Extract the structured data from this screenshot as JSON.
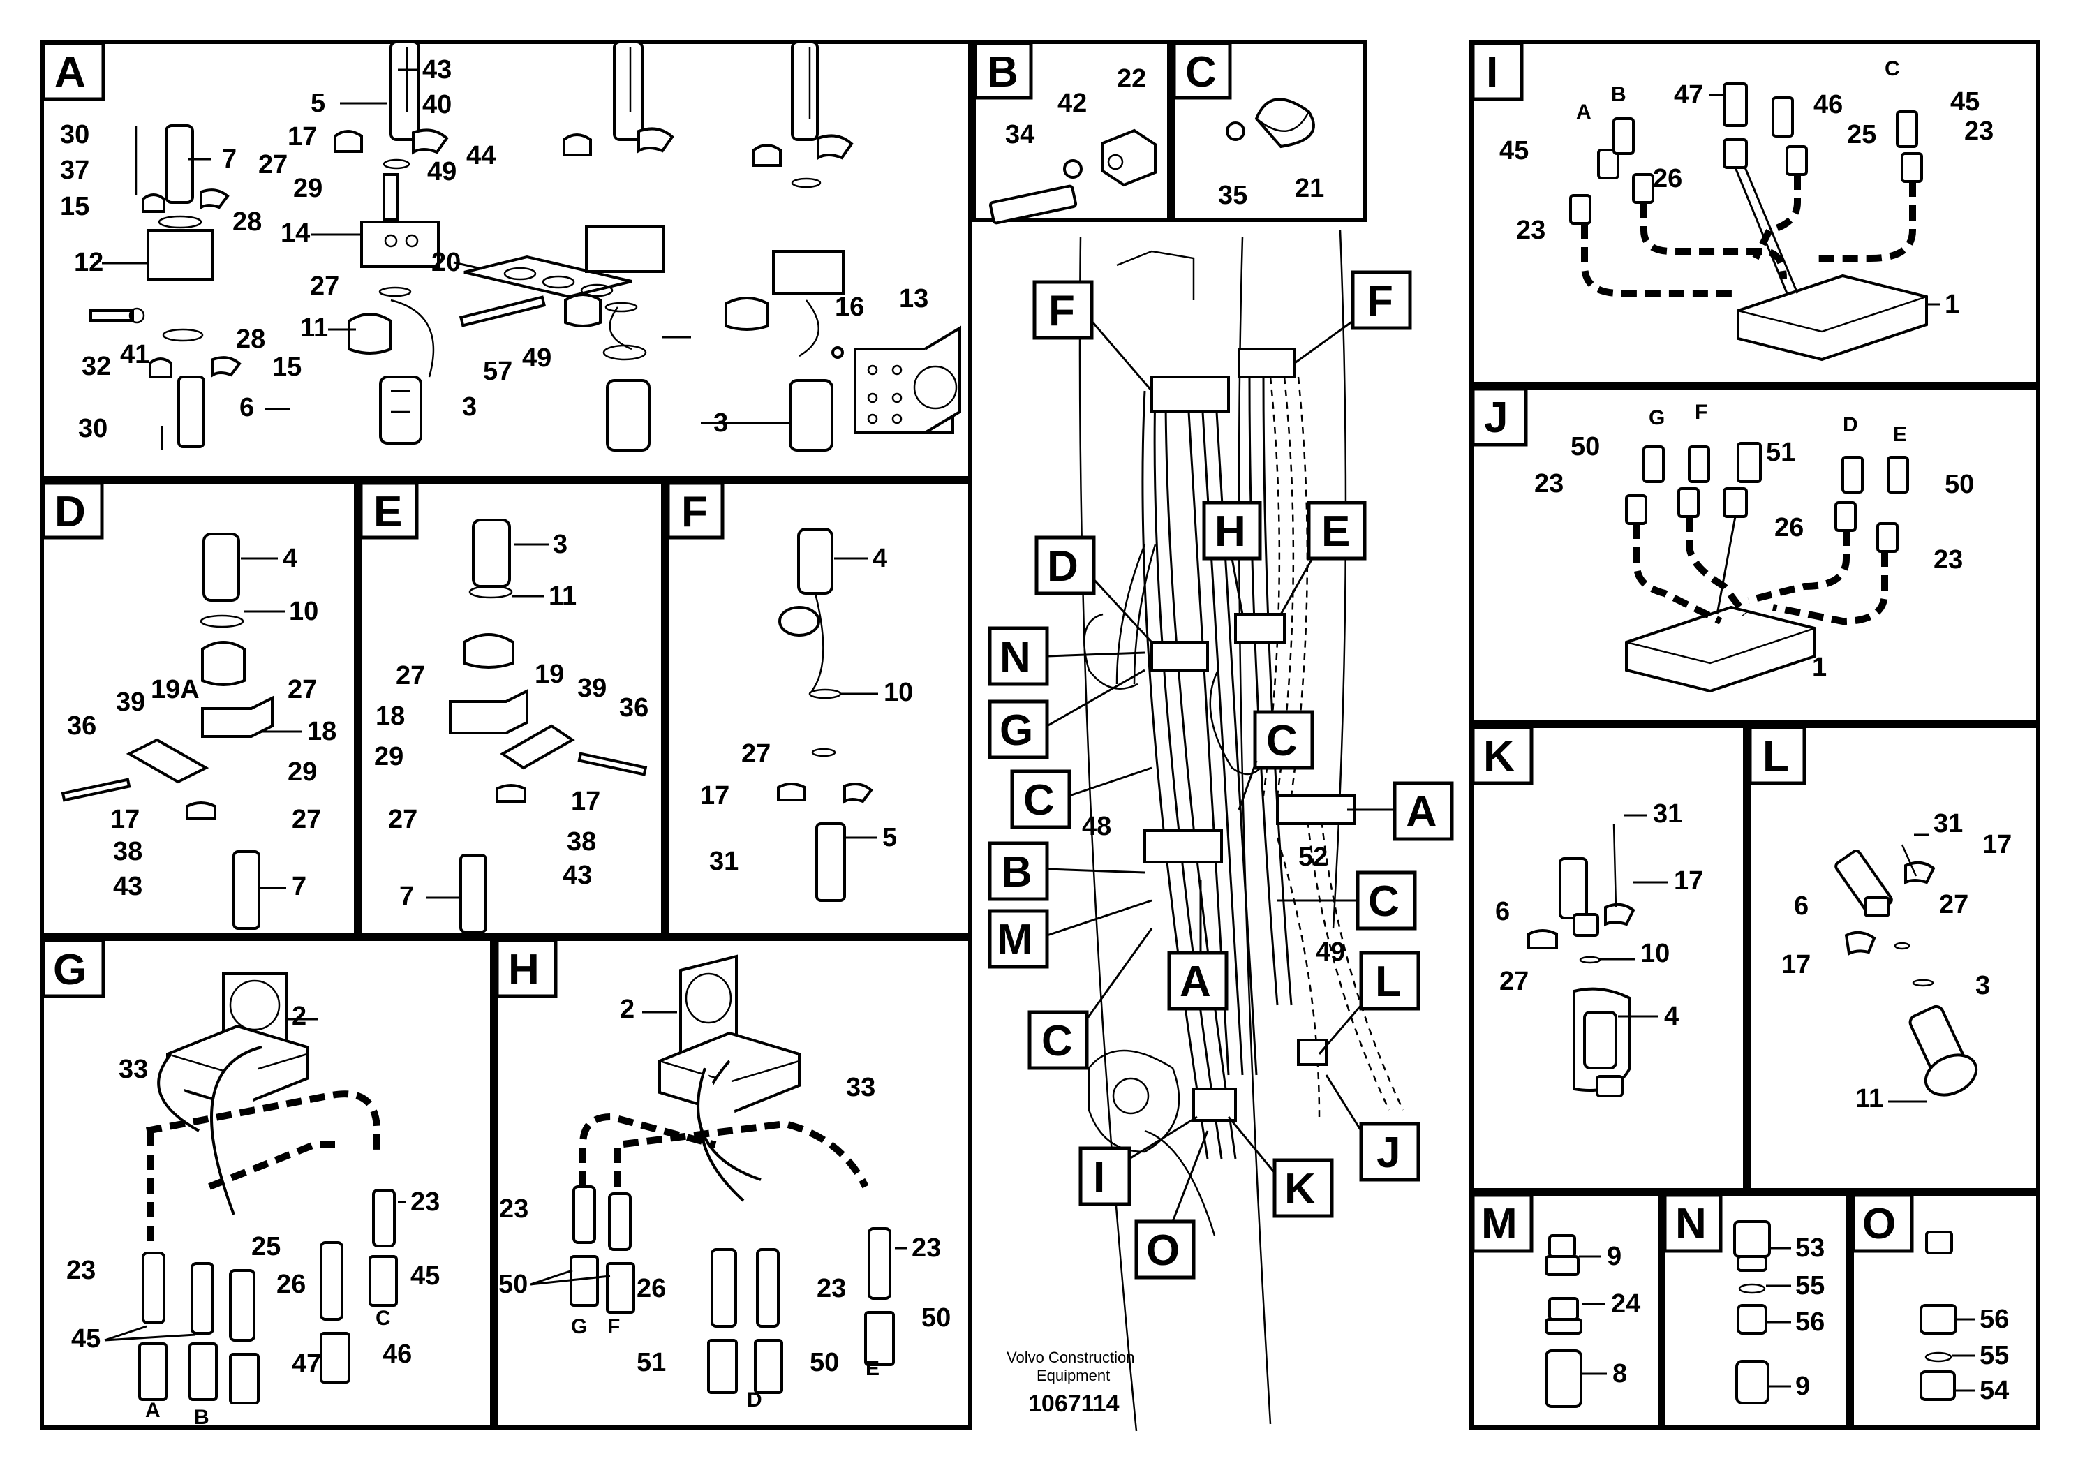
{
  "panels": {
    "A": {
      "letter": "A",
      "labels": [
        "43",
        "5",
        "40",
        "17",
        "27",
        "29",
        "14",
        "7",
        "30",
        "37",
        "15",
        "28",
        "12",
        "20",
        "49",
        "44",
        "27",
        "11",
        "16",
        "13",
        "32",
        "41",
        "28",
        "15",
        "57",
        "49",
        "30",
        "6",
        "3",
        "3"
      ]
    },
    "B": {
      "letter": "B",
      "labels": [
        "22",
        "42",
        "34"
      ]
    },
    "C": {
      "letter": "C",
      "labels": [
        "35",
        "21"
      ]
    },
    "D": {
      "letter": "D",
      "labels": [
        "4",
        "10",
        "27",
        "19A",
        "18",
        "36",
        "39",
        "29",
        "17",
        "27",
        "38",
        "43",
        "7"
      ]
    },
    "E": {
      "letter": "E",
      "labels": [
        "3",
        "11",
        "27",
        "19",
        "18",
        "39",
        "36",
        "29",
        "17",
        "27",
        "38",
        "43",
        "7"
      ]
    },
    "F": {
      "letter": "F",
      "labels": [
        "4",
        "10",
        "27",
        "17",
        "5",
        "31"
      ]
    },
    "G": {
      "letter": "G",
      "labels": [
        "2",
        "33",
        "23",
        "23",
        "25",
        "26",
        "45",
        "45",
        "46",
        "47"
      ],
      "ports": [
        "A",
        "B",
        "C"
      ]
    },
    "H": {
      "letter": "H",
      "labels": [
        "2",
        "33",
        "23",
        "23",
        "26",
        "23",
        "50",
        "50",
        "51",
        "50"
      ],
      "ports": [
        "G",
        "F",
        "D",
        "E"
      ]
    },
    "I": {
      "letter": "I",
      "labels": [
        "47",
        "46",
        "45",
        "45",
        "25",
        "23",
        "26",
        "23",
        "1"
      ],
      "ports": [
        "A",
        "B",
        "C"
      ]
    },
    "J": {
      "letter": "J",
      "labels": [
        "50",
        "51",
        "23",
        "26",
        "50",
        "23",
        "1"
      ],
      "ports": [
        "G",
        "F",
        "D",
        "E"
      ]
    },
    "K": {
      "letter": "K",
      "labels": [
        "31",
        "17",
        "6",
        "10",
        "27",
        "4"
      ]
    },
    "L": {
      "letter": "L",
      "labels": [
        "31",
        "17",
        "6",
        "27",
        "17",
        "3",
        "11"
      ]
    },
    "M": {
      "letter": "M",
      "labels": [
        "9",
        "24",
        "8"
      ]
    },
    "N": {
      "letter": "N",
      "labels": [
        "53",
        "55",
        "56",
        "9"
      ]
    },
    "O": {
      "letter": "O",
      "labels": [
        "56",
        "55",
        "54"
      ]
    }
  },
  "overview": {
    "callouts": [
      "F",
      "F",
      "H",
      "E",
      "D",
      "N",
      "G",
      "C",
      "C",
      "A",
      "B",
      "M",
      "C",
      "A",
      "L",
      "J",
      "K",
      "I",
      "O",
      "C"
    ],
    "numbers": [
      "48",
      "52",
      "49"
    ]
  },
  "footer": {
    "maker_line1": "Volvo Construction",
    "maker_line2": "Equipment",
    "drawing_id": "1067114"
  }
}
